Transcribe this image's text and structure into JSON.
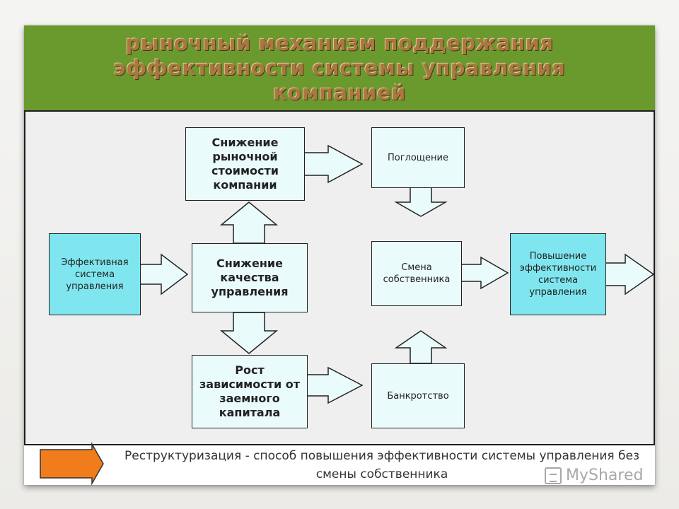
{
  "header": {
    "title": "рыночный механизм поддержания эффективности системы управления компанией"
  },
  "nodes": {
    "effective_system": "Эффективная система управления",
    "quality_decline": "Снижение качества управления",
    "market_value_decline": "Снижение рыночной стоимости компании",
    "debt_growth": "Рост зависимости от заемного капитала",
    "absorption": "Поглощение",
    "owner_change": "Смена собственника",
    "bankruptcy": "Банкротство",
    "efficiency_increase": "Повышение эффективности система управления"
  },
  "footer": {
    "note": "Реструктуризация - способ повышения эффективности системы управления без смены собственника"
  },
  "watermark": {
    "text": "MyShared"
  },
  "colors": {
    "header_green": "#6a9a2e",
    "title_brown": "#a9783f",
    "box_cyan": "#7fe6ef",
    "box_white": "#eafbfb",
    "legend_arrow_orange": "#f07c1c"
  }
}
